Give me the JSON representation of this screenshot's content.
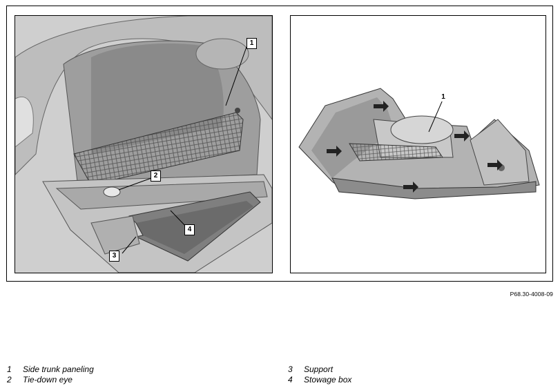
{
  "figure": {
    "reference": "P68.30-4008-09",
    "left_callouts": [
      "1",
      "2",
      "3",
      "4"
    ],
    "right_callouts": [
      "1"
    ]
  },
  "legend": {
    "left": [
      {
        "number": "1",
        "label": "Side trunk paneling"
      },
      {
        "number": "2",
        "label": "Tie-down eye"
      }
    ],
    "right": [
      {
        "number": "3",
        "label": "Support"
      },
      {
        "number": "4",
        "label": "Stowage box"
      }
    ]
  }
}
